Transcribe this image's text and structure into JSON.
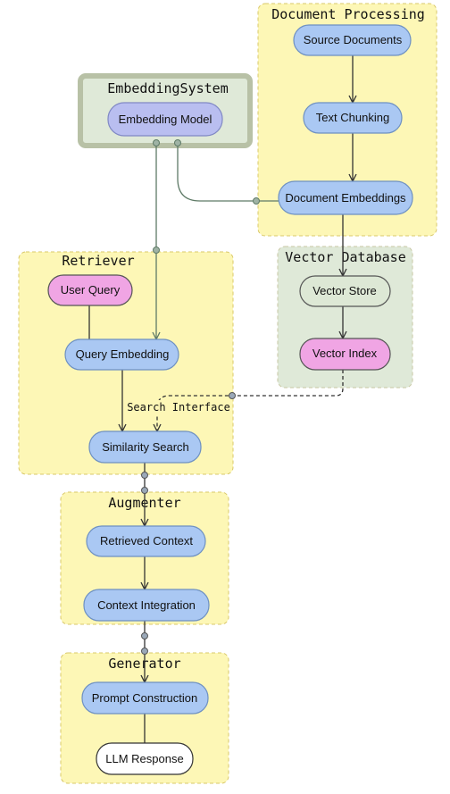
{
  "clusters": {
    "document_processing": "Document Processing",
    "embedding_system": "EmbeddingSystem",
    "vector_database": "Vector Database",
    "retriever": "Retriever",
    "augmenter": "Augmenter",
    "generator": "Generator"
  },
  "nodes": {
    "source_documents": "Source Documents",
    "text_chunking": "Text Chunking",
    "document_embeddings": "Document Embeddings",
    "embedding_model": "Embedding Model",
    "vector_store": "Vector Store",
    "vector_index": "Vector Index",
    "user_query": "User Query",
    "query_embedding": "Query Embedding",
    "similarity_search": "Similarity Search",
    "retrieved_context": "Retrieved Context",
    "context_integration": "Context Integration",
    "prompt_construction": "Prompt Construction",
    "llm_response": "LLM Response"
  },
  "edge_labels": {
    "search_interface": "Search Interface"
  },
  "colors": {
    "cluster_fill": "#fdf7b6",
    "cluster_border": "#d9c86a",
    "embedding_cluster_fill": "#dfe9d8",
    "embedding_cluster_border": "#b8c1a6",
    "node_blue": "#aac8f3",
    "node_blue_border": "#6d90c2",
    "node_purple": "#b9bef0",
    "node_pink": "#f0a5e4",
    "node_green": "#dde8d5",
    "node_white": "#ffffff"
  }
}
